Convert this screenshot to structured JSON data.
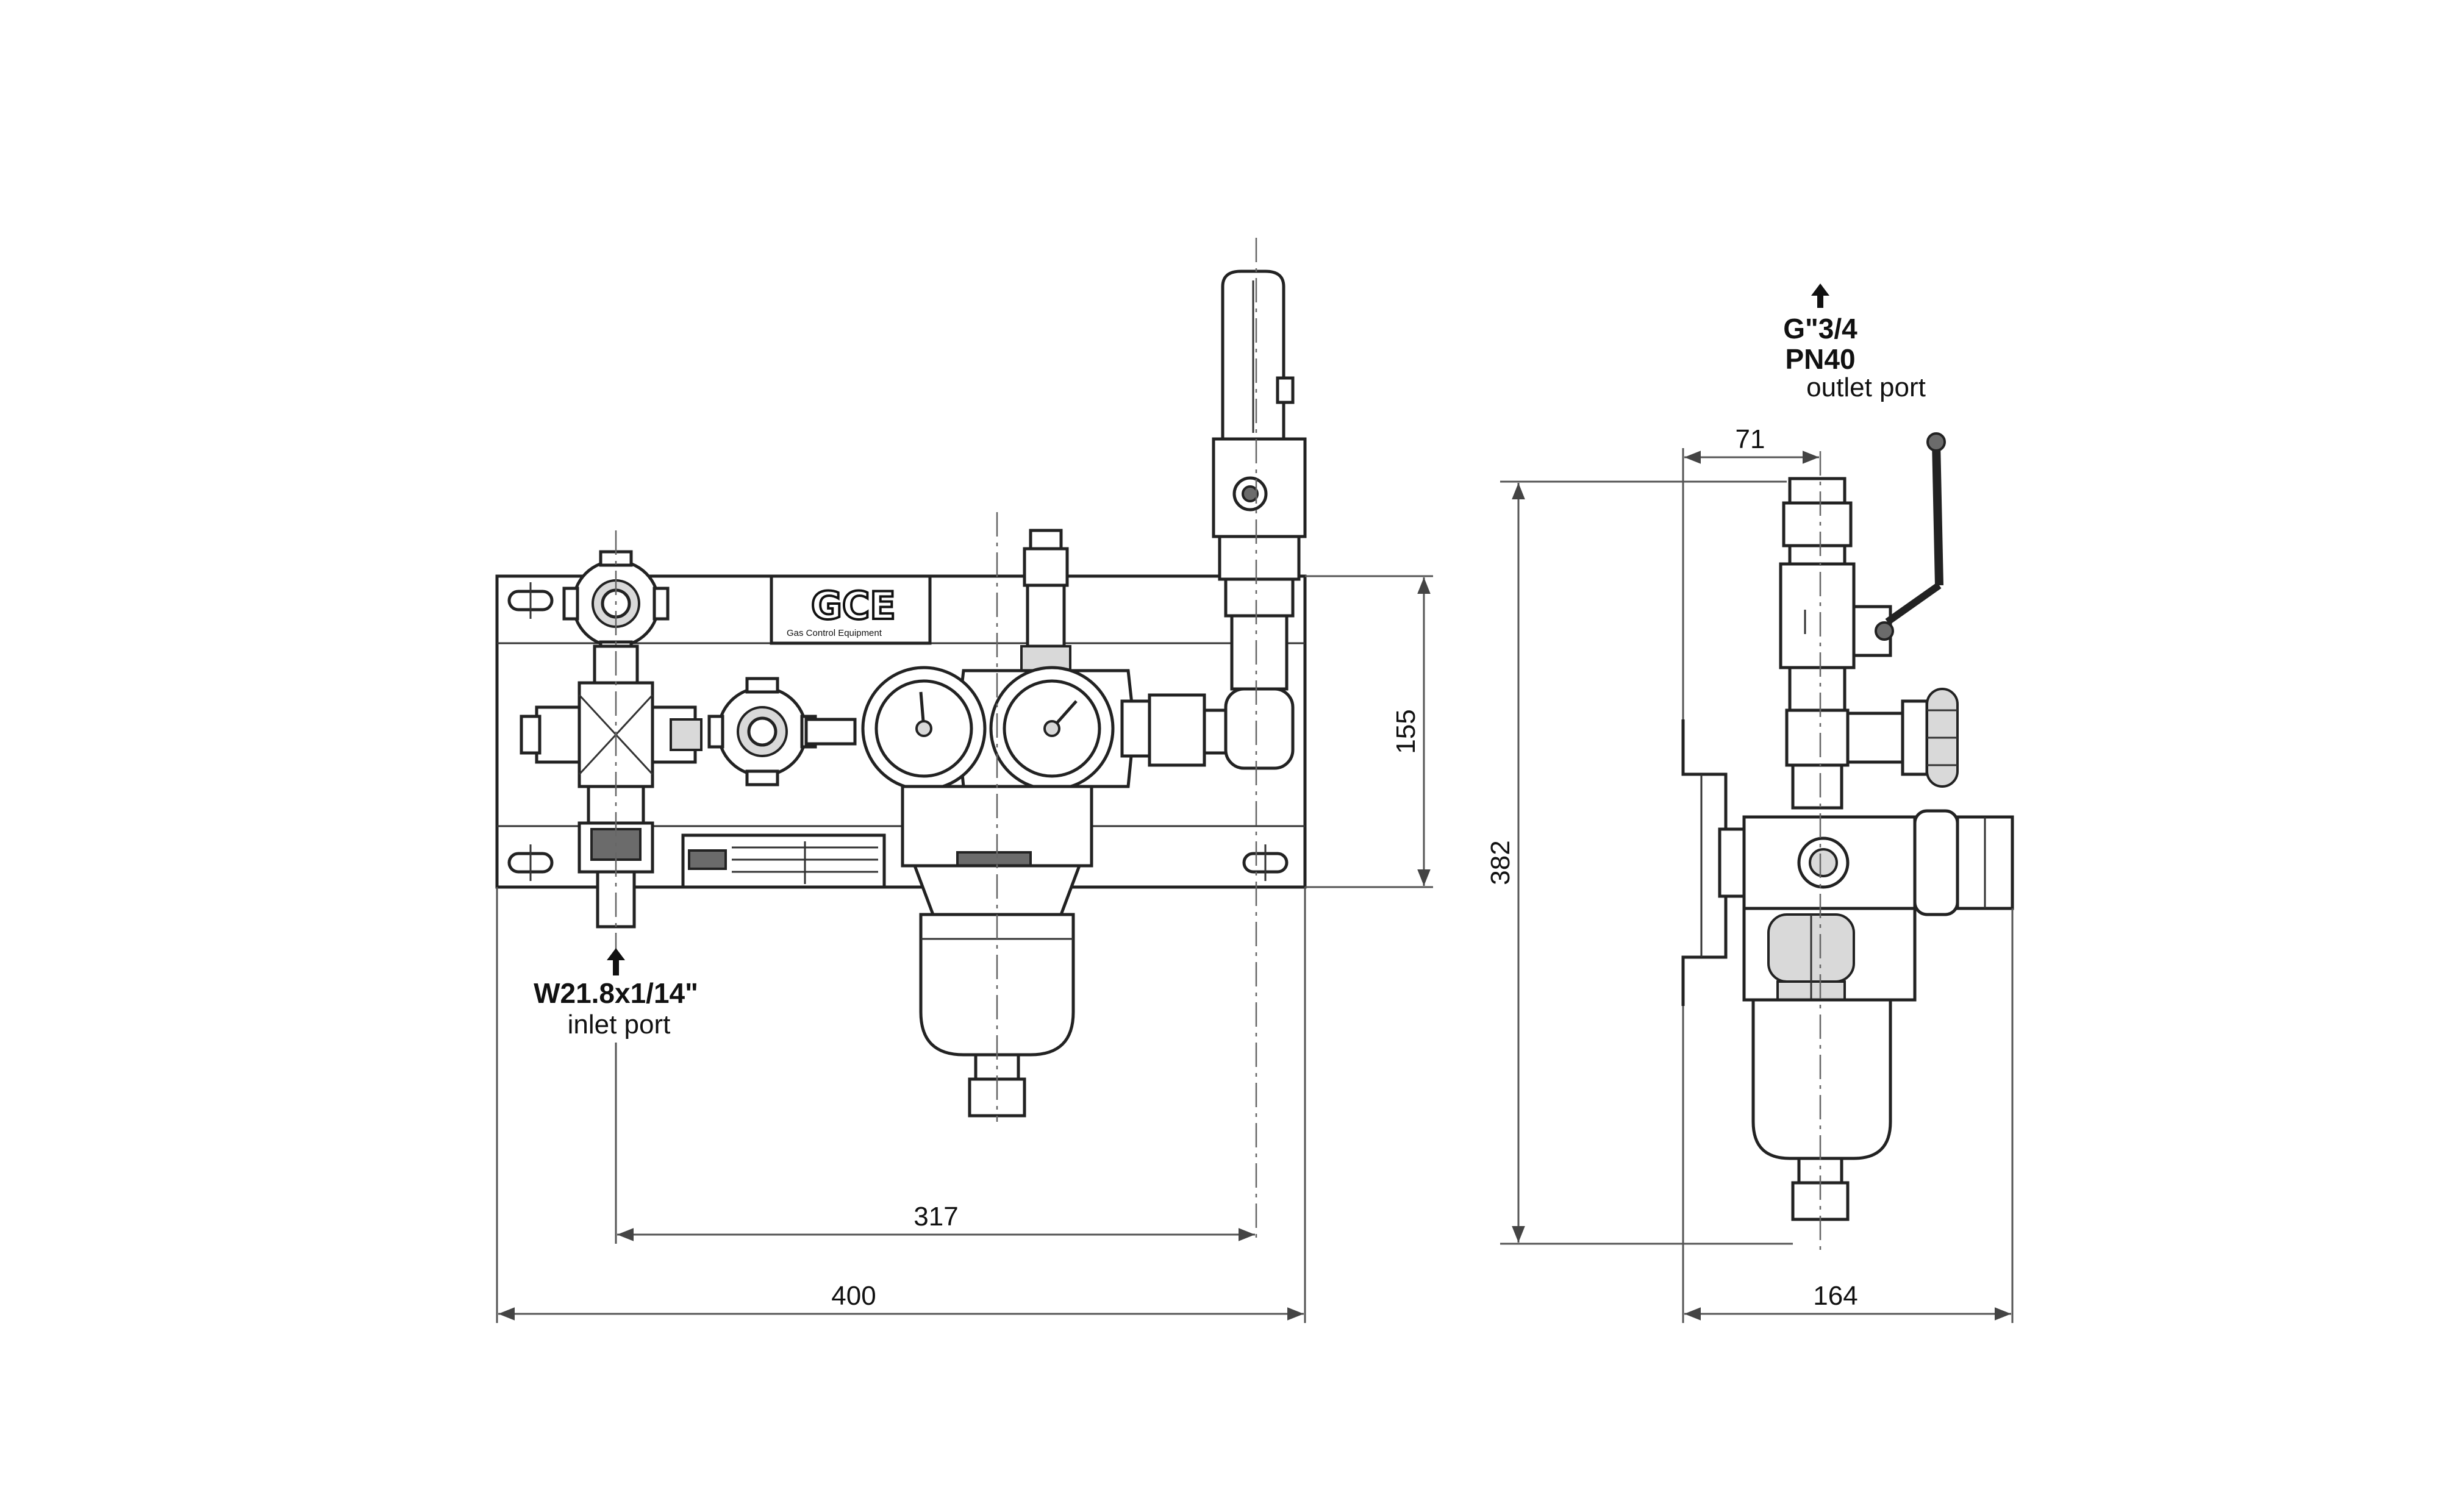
{
  "brand": {
    "logo_text": "GCE",
    "logo_subtitle": "Gas Control Equipment"
  },
  "front_view": {
    "inlet_port": {
      "thread": "W21.8x1/14\"",
      "label": "inlet port"
    },
    "dimensions": {
      "overall_width": "400",
      "inlet_to_outlet": "317",
      "panel_height": "155"
    }
  },
  "side_view": {
    "outlet_port": {
      "thread": "G\"3/4",
      "pressure": "PN40",
      "label": "outlet port"
    },
    "dimensions": {
      "overall_height": "382",
      "outlet_offset": "71",
      "overall_depth": "164"
    }
  },
  "colors": {
    "line": "#222222",
    "fill_shade": "#d9d9d9"
  },
  "icons": [
    "arrow-up-icon",
    "handwheel-icon",
    "pressure-gauge-icon",
    "ball-valve-handle-icon",
    "gce-logo"
  ]
}
